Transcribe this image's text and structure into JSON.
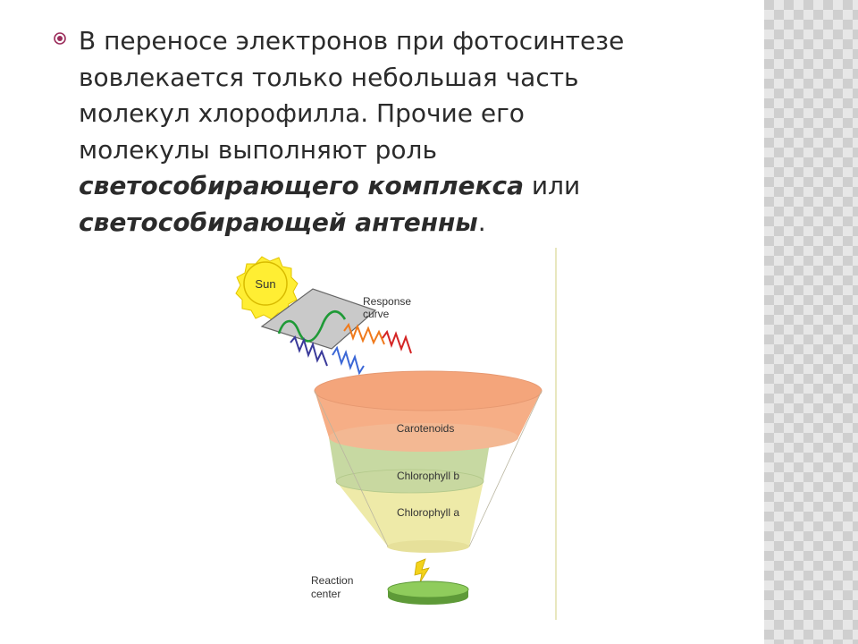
{
  "paragraph": {
    "lines": [
      "В переносе электронов при фотосинтезе",
      "вовлекается только небольшая часть",
      "молекул хлорофилла. Прочие его",
      "молекулы выполняют роль"
    ],
    "emphasis_1": "светособирающего комплекса",
    "connector": " или",
    "emphasis_2": "светособирающей антенны",
    "end_punct": "."
  },
  "diagram": {
    "sun_label": "Sun",
    "response_label_1": "Response",
    "response_label_2": "curve",
    "carotenoids_label": "Carotenoids",
    "chl_b_label": "Chlorophyll b",
    "chl_a_label": "Chlorophyll a",
    "reaction_label_1": "Reaction",
    "reaction_label_2": "center"
  },
  "colors": {
    "bullet": "#9b2d5b",
    "carotenoids": "#f6ae86",
    "chlorophyll_b": "#c7d9a2",
    "chlorophyll_a": "#eeeaa8",
    "reaction_center": "#8fcc5c",
    "sun": "#ffee33"
  }
}
